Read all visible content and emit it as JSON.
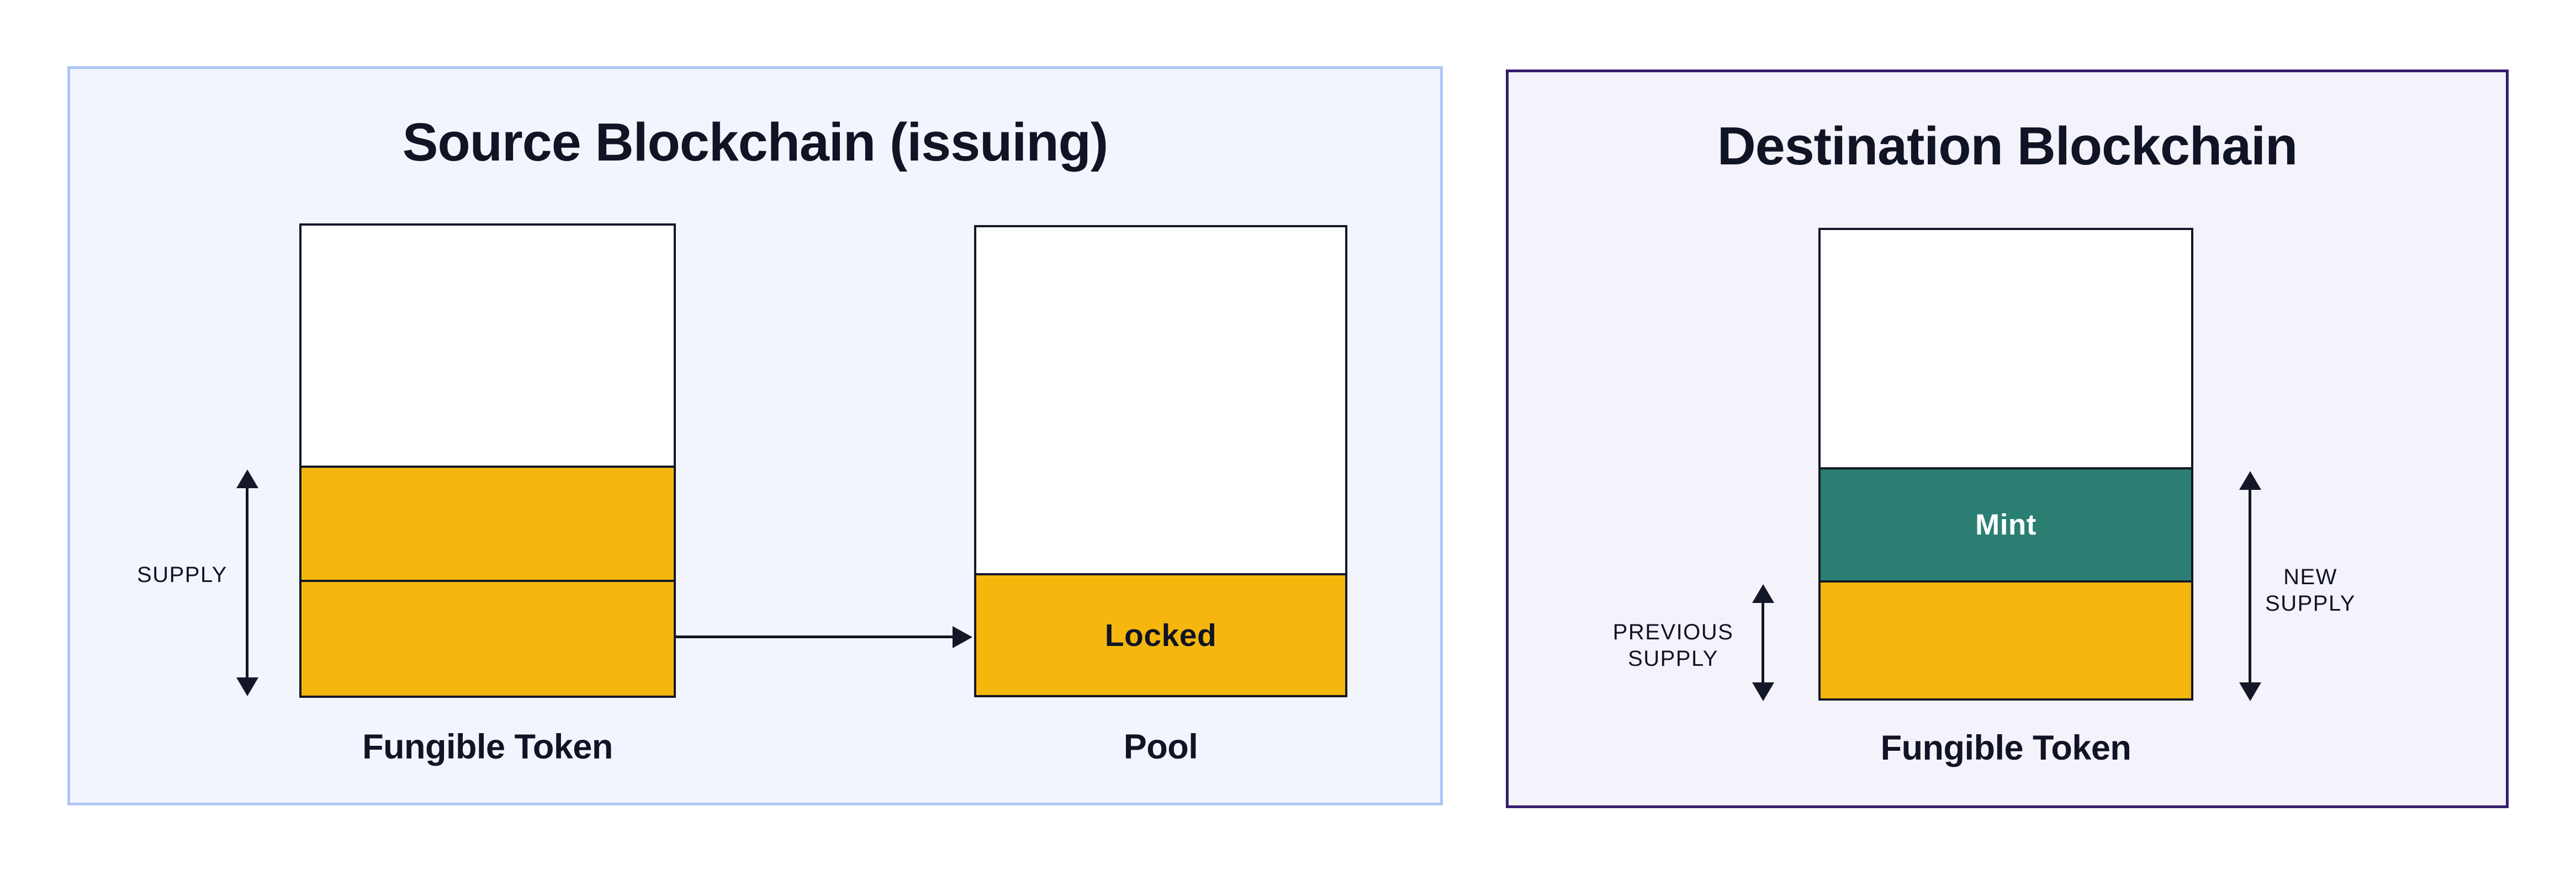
{
  "colors": {
    "token_yellow": "#F5B70D",
    "mint_teal": "#2A7F72",
    "mint_label_text": "#FFFFFF",
    "ink_border": "#131727",
    "ink_text": "#101425",
    "box_fill": "#FFFFFF",
    "source_panel_bg": "#F2F5FD",
    "source_panel_border": "#AEC5F5",
    "destination_panel_bg": "#F4F2FB",
    "destination_panel_border": "#331D6E"
  },
  "source_panel": {
    "title": "Source Blockchain (issuing)",
    "supply_arrow_label": "SUPPLY",
    "fungible_token_box_label": "Fungible Token",
    "pool_box_label": "Pool",
    "locked_section_label": "Locked"
  },
  "destination_panel": {
    "title": "Destination Blockchain",
    "mint_section_label": "Mint",
    "previous_supply_line1": "PREVIOUS",
    "previous_supply_line2": "SUPPLY",
    "new_supply_line1": "NEW",
    "new_supply_line2": "SUPPLY",
    "fungible_token_box_label": "Fungible Token"
  }
}
